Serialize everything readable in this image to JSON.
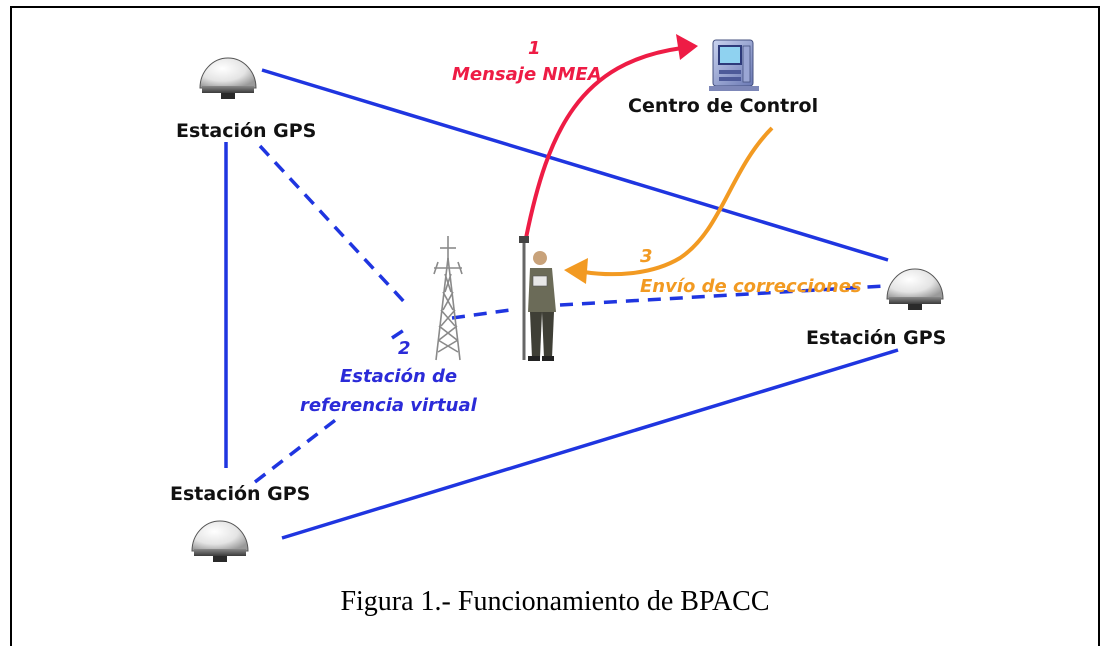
{
  "stations": [
    {
      "label": "Estación GPS"
    },
    {
      "label": "Estación GPS"
    },
    {
      "label": "Estación GPS"
    }
  ],
  "control_center": {
    "label": "Centro de Control"
  },
  "steps": {
    "step1": {
      "number": "1",
      "label": "Mensaje NMEA"
    },
    "step2": {
      "number": "2",
      "label_line1": "Estación de",
      "label_line2": "referencia virtual"
    },
    "step3": {
      "number": "3",
      "label": "Envío de correcciones"
    }
  },
  "caption": "Figura 1.- Funcionamiento de BPACC",
  "colors": {
    "link_blue": "#1f35e0",
    "step1_red": "#ee1c45",
    "step3_orange": "#f29a22",
    "step2_blue": "#2b2bd8"
  }
}
